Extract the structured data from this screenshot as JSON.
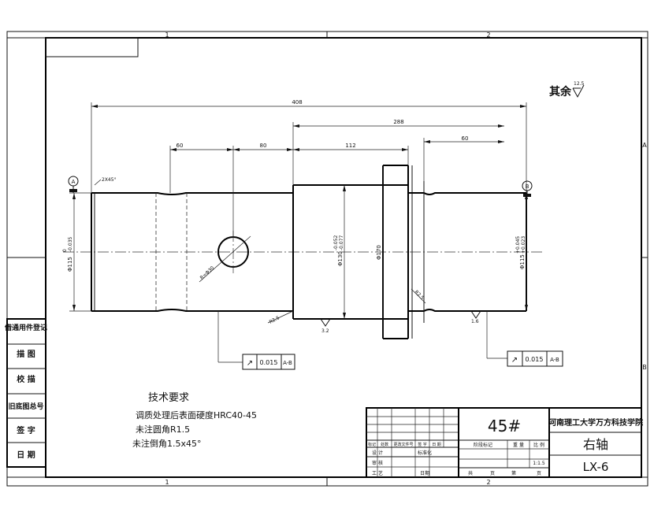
{
  "frame": {
    "zone_top_1": "1",
    "zone_top_2": "2",
    "zone_bottom_1": "1",
    "zone_bottom_2": "2",
    "zone_right_a": "A",
    "zone_right_b": "B"
  },
  "left_strip": [
    "借通用件登记",
    "描 图",
    "校 描",
    "旧底图总号",
    "签 字",
    "日 期"
  ],
  "surface_note": {
    "text": "其余",
    "value": "12.5"
  },
  "dims": {
    "overall": "408",
    "right_len": "288",
    "seg_60a": "60",
    "seg_80": "80",
    "seg_112": "112",
    "seg_60b": "60",
    "chamfer_left": "2X45°",
    "dia_left": "Φ115",
    "dia_left_tol_up": "0",
    "dia_left_tol_lo": "-0.035",
    "dia_mid": "Φ130",
    "dia_mid_tol_up": "-0.052",
    "dia_mid_tol_lo": "-0.077",
    "dia_170": "Φ170",
    "dia_right": "Φ115",
    "dia_right_tol_up": "+0.045",
    "dia_right_tol_lo": "+0.023",
    "hole": "R=Φ30",
    "fillet_a": "R2.5",
    "fillet_b": "R2.5",
    "rough_a": "3.2",
    "rough_b": "1.6",
    "datum_a": "A",
    "datum_b": "B"
  },
  "tol_left": {
    "symbol": "↗",
    "value": "0.015",
    "datum": "A-B"
  },
  "tol_right": {
    "symbol": "↗",
    "value": "0.015",
    "datum": "A-B"
  },
  "tech": {
    "title": "技术要求",
    "lines": [
      "调质处理后表面硬度HRC40-45",
      "未注圆角R1.5",
      "未注倒角1.5x45°"
    ]
  },
  "title_block": {
    "material": "45#",
    "school": "河南理工大学万方科技学院",
    "part_name": "右轴",
    "code": "LX-6",
    "col_headers": [
      "标记",
      "处数",
      "更改文件号",
      "签 字",
      "日 期"
    ],
    "design": "设 计",
    "stdize": "标准化",
    "sign_date": "日期",
    "check": "审 核",
    "craft": "工 艺",
    "date": "日 期",
    "stage_mark": "阶段标记",
    "weight": "重 量",
    "scale_label": "比 例",
    "scale": "1:1.5",
    "total": "共",
    "page_unit": "页",
    "nth": "第",
    "page_unit2": "页"
  }
}
